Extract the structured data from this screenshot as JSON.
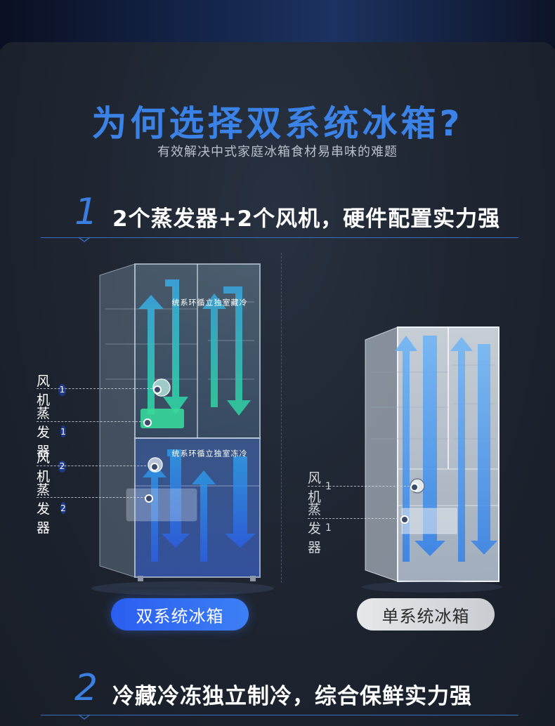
{
  "header": {
    "title": "为何选择双系统冰箱?",
    "subtitle": "有效解决中式家庭冰箱食材易串味的难题"
  },
  "section1": {
    "number": "1",
    "text": "2个蒸发器+2个风机，硬件配置实力强"
  },
  "section2": {
    "number": "2",
    "text": "冷藏冷冻独立制冷，综合保鲜实力强"
  },
  "dual_fridge": {
    "callouts": [
      {
        "label": "风机",
        "num": "1"
      },
      {
        "label": "蒸发器",
        "num": "1"
      },
      {
        "label": "风机",
        "num": "2"
      },
      {
        "label": "蒸发器",
        "num": "2"
      }
    ],
    "upper_loop_label": "冷藏室独立循环系统",
    "lower_loop_label": "冷冻室独立循环系统",
    "button_label": "双系统冰箱",
    "colors": {
      "upper_airflow": "#2fd6a0",
      "lower_airflow": "#3a78f0"
    }
  },
  "single_fridge": {
    "callouts": [
      {
        "label": "风机",
        "num": "1"
      },
      {
        "label": "蒸发器",
        "num": "1"
      }
    ],
    "button_label": "单系统冰箱",
    "colors": {
      "airflow": "#4a9cf5"
    }
  },
  "colors": {
    "accent": "#3b82e6",
    "background": "#1f2632"
  }
}
